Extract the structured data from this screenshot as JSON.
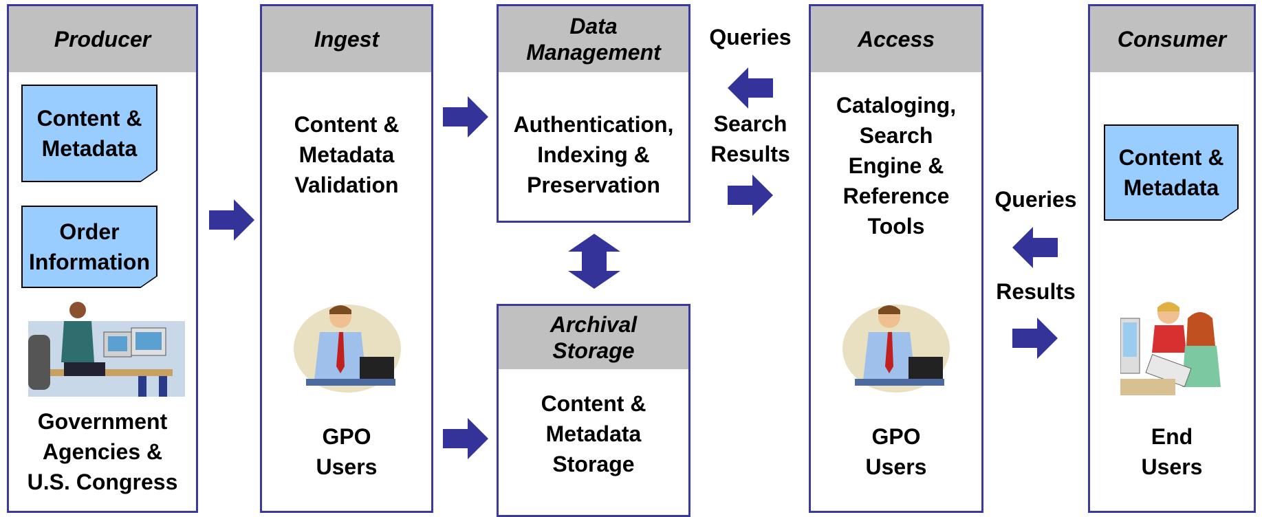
{
  "columns": {
    "producer": {
      "header": "Producer",
      "note1": "Content &\nMetadata",
      "note2": "Order\nInformation",
      "caption": "Government\nAgencies &\nU.S. Congress"
    },
    "ingest": {
      "header": "Ingest",
      "body": "Content &\nMetadata\nValidation",
      "caption": "GPO\nUsers"
    },
    "data_management": {
      "header": "Data\nManagement",
      "body": "Authentication,\nIndexing &\nPreservation"
    },
    "archival_storage": {
      "header": "Archival\nStorage",
      "body": "Content &\nMetadata\nStorage"
    },
    "access": {
      "header": "Access",
      "body": "Cataloging,\nSearch\nEngine &\nReference\nTools",
      "caption": "GPO\nUsers"
    },
    "consumer": {
      "header": "Consumer",
      "note": "Content &\nMetadata",
      "caption": "End\nUsers"
    }
  },
  "labels": {
    "queries_top": "Queries",
    "search_results": "Search\nResults",
    "queries_right": "Queries",
    "results_right": "Results"
  },
  "colors": {
    "border": "#3a3a9a",
    "header": "#c0c0c0",
    "note": "#99ccff",
    "arrow": "#333399"
  },
  "icons": [
    "person-at-drafting-desk-icon",
    "man-with-laptop-icon",
    "children-at-computer-icon"
  ]
}
